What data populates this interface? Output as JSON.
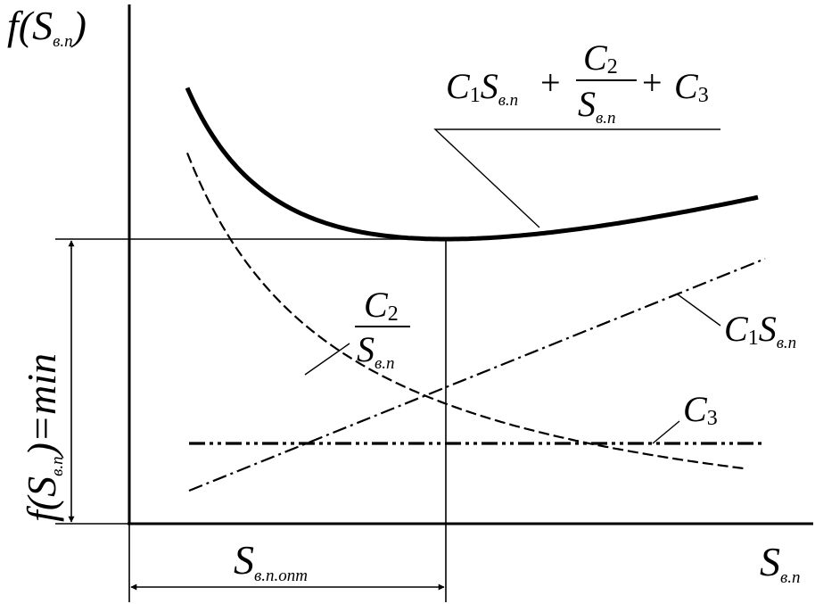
{
  "diagram": {
    "y_axis_label": {
      "main": "f(S",
      "sub": "в.п",
      "close": ")"
    },
    "x_axis_label": {
      "main": "S",
      "sub": "в.п"
    },
    "total_curve_label": {
      "t1": "C",
      "t1_idx": "1",
      "t1_var": "S",
      "t1_sub": "в.п",
      "plus1": "+",
      "frac_num": "C",
      "frac_num_idx": "2",
      "frac_den": "S",
      "frac_den_sub": "в.п",
      "plus2": "+",
      "t3": "C",
      "t3_idx": "3"
    },
    "hyperbola_label": {
      "num": "C",
      "num_idx": "2",
      "den": "S",
      "den_sub": "в.п"
    },
    "linear_label": {
      "c": "C",
      "c_idx": "1",
      "s": "S",
      "s_sub": "в.п"
    },
    "constant_label": {
      "c": "C",
      "c_idx": "3"
    },
    "min_label": {
      "pre": "f(S",
      "sub": "в.п",
      "post": ")=min"
    },
    "optimum_label": {
      "main": "S",
      "sub": "в.п.опт"
    }
  }
}
